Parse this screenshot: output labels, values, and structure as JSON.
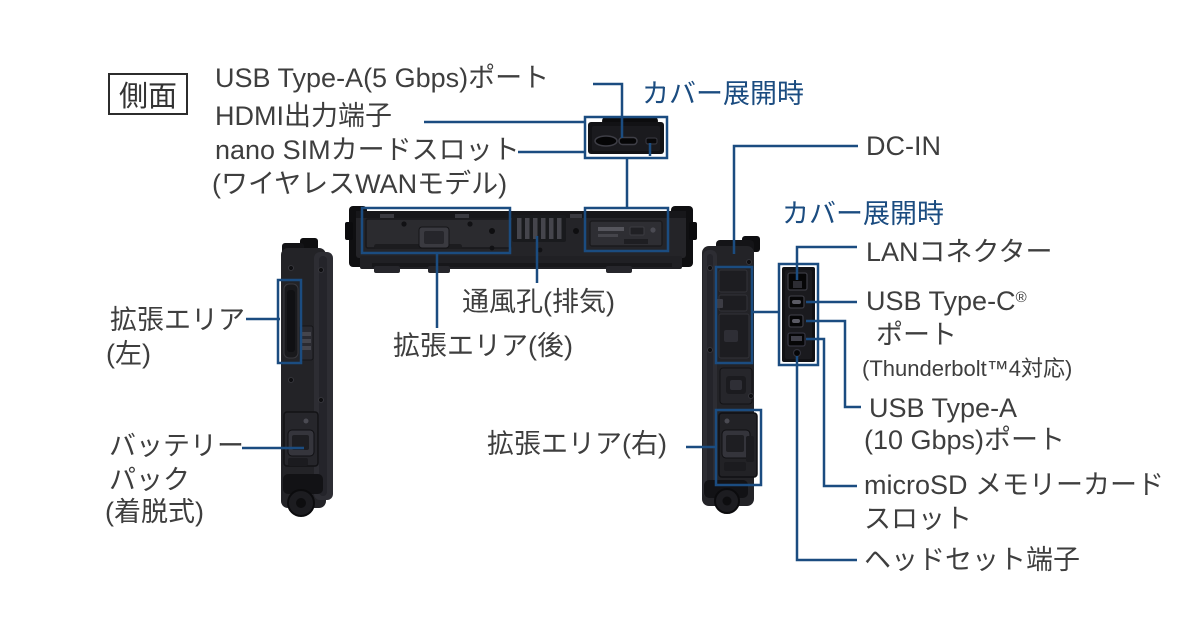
{
  "page": {
    "background": "#ffffff",
    "accent_blue": "#1b4c80",
    "text_color": "#3e3e3e",
    "device_color": "#232327"
  },
  "badge": {
    "label": "側面"
  },
  "labels": {
    "usb_a_5gbps": "USB Type-A(5 Gbps)ポート",
    "hdmi": "HDMI出力端子",
    "nano_sim": "nano SIMカードスロット",
    "nano_sim_note": "(ワイヤレスWANモデル)",
    "cover_open_top": "カバー展開時",
    "cover_open_right": "カバー展開時",
    "dc_in": "DC-IN",
    "lan": "LANコネクター",
    "usb_c": "USB Type-C",
    "usb_c_reg": "®",
    "usb_c_port": "ポート",
    "usb_c_note": "(Thunderbolt™4対応)",
    "usb_a_10gbps_1": "USB Type-A",
    "usb_a_10gbps_2": "(10 Gbps)ポート",
    "microsd_1": "microSD メモリーカード",
    "microsd_2": "スロット",
    "headset": "ヘッドセット端子",
    "vent": "通風孔(排気)",
    "expansion_rear": "拡張エリア(後)",
    "expansion_right": "拡張エリア(右)",
    "expansion_left_1": "拡張エリア",
    "expansion_left_2": "(左)",
    "battery_1": "バッテリー",
    "battery_2": "パック",
    "battery_3": "(着脱式)"
  },
  "detail_views": {
    "top_cover_open_ports": [
      "usb-a-port",
      "hdmi-port",
      "nano-sim-slot"
    ],
    "right_cover_open_ports": [
      "lan-port",
      "usb-c-port",
      "usb-a-port",
      "microsd-slot",
      "headset-jack"
    ]
  }
}
